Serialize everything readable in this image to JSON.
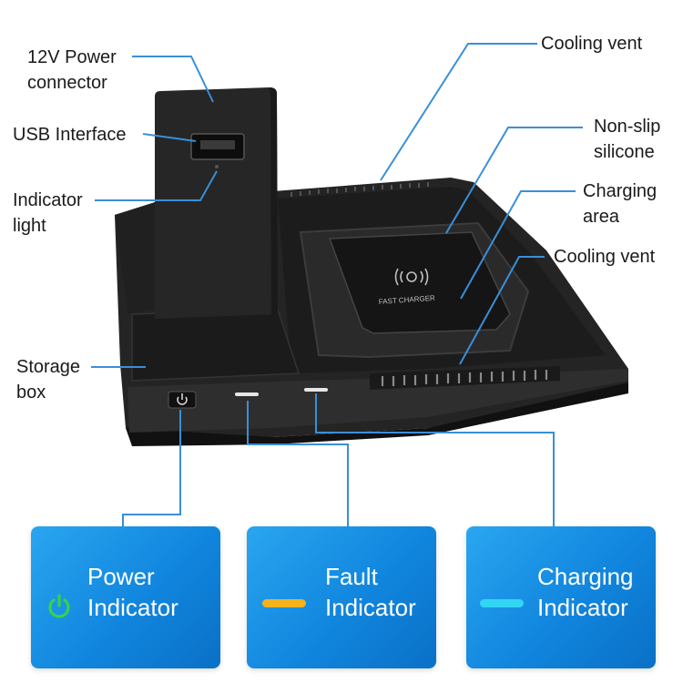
{
  "callouts": {
    "power_connector": [
      "12V Power",
      "connector"
    ],
    "usb_interface": "USB Interface",
    "indicator_light": [
      "Indicator",
      "light"
    ],
    "storage_box": [
      "Storage",
      "box"
    ],
    "cooling_vent_top": "Cooling vent",
    "non_slip": [
      "Non-slip",
      "silicone"
    ],
    "charging_area": [
      "Charging",
      "area"
    ],
    "cooling_vent_front": "Cooling vent"
  },
  "product": {
    "pad_text": "FAST CHARGER"
  },
  "indicators": [
    {
      "line1": "Power",
      "line2": "Indicator",
      "icon": "power-icon",
      "color": "#34d44a"
    },
    {
      "line1": "Fault",
      "line2": "Indicator",
      "icon": "fault-bar-icon",
      "color": "#f5b21c"
    },
    {
      "line1": "Charging",
      "line2": "Indicator",
      "icon": "charging-bar-icon",
      "color": "#32d6f5"
    }
  ],
  "colors": {
    "card_blue": "#1186de",
    "leader_line": "#3a8fd8"
  }
}
